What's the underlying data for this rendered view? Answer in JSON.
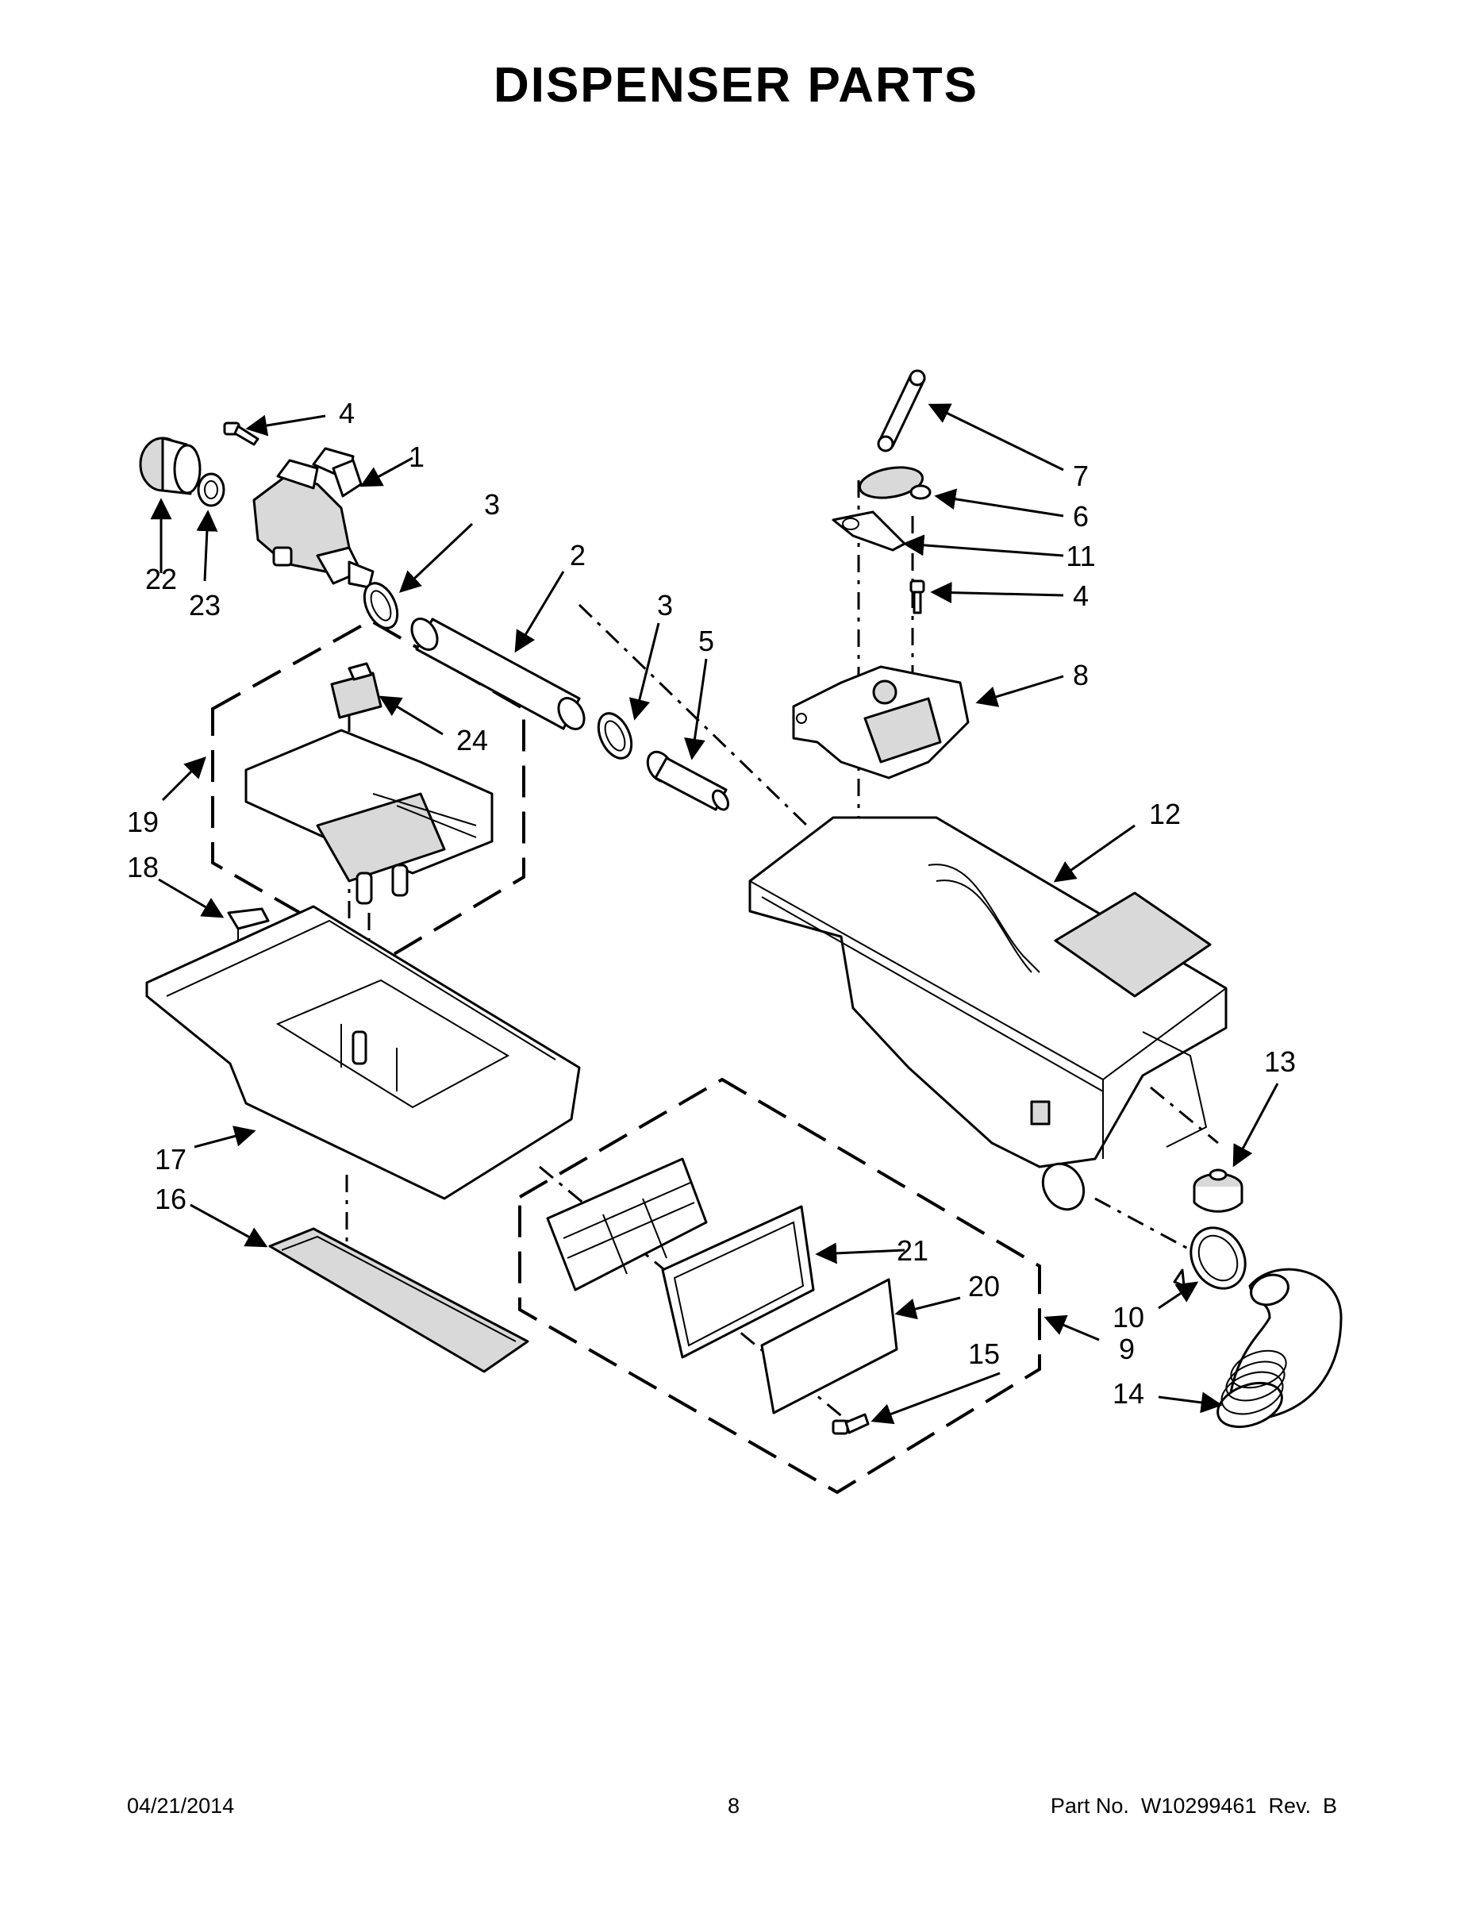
{
  "title": "DISPENSER PARTS",
  "callouts": [
    "1",
    "2",
    "3",
    "3",
    "4",
    "4",
    "5",
    "6",
    "7",
    "8",
    "9",
    "10",
    "11",
    "12",
    "13",
    "14",
    "15",
    "16",
    "17",
    "18",
    "19",
    "20",
    "21",
    "22",
    "23",
    "24"
  ],
  "footer": {
    "date": "04/21/2014",
    "page": "8",
    "part": "Part No.  W10299461  Rev.  B"
  }
}
